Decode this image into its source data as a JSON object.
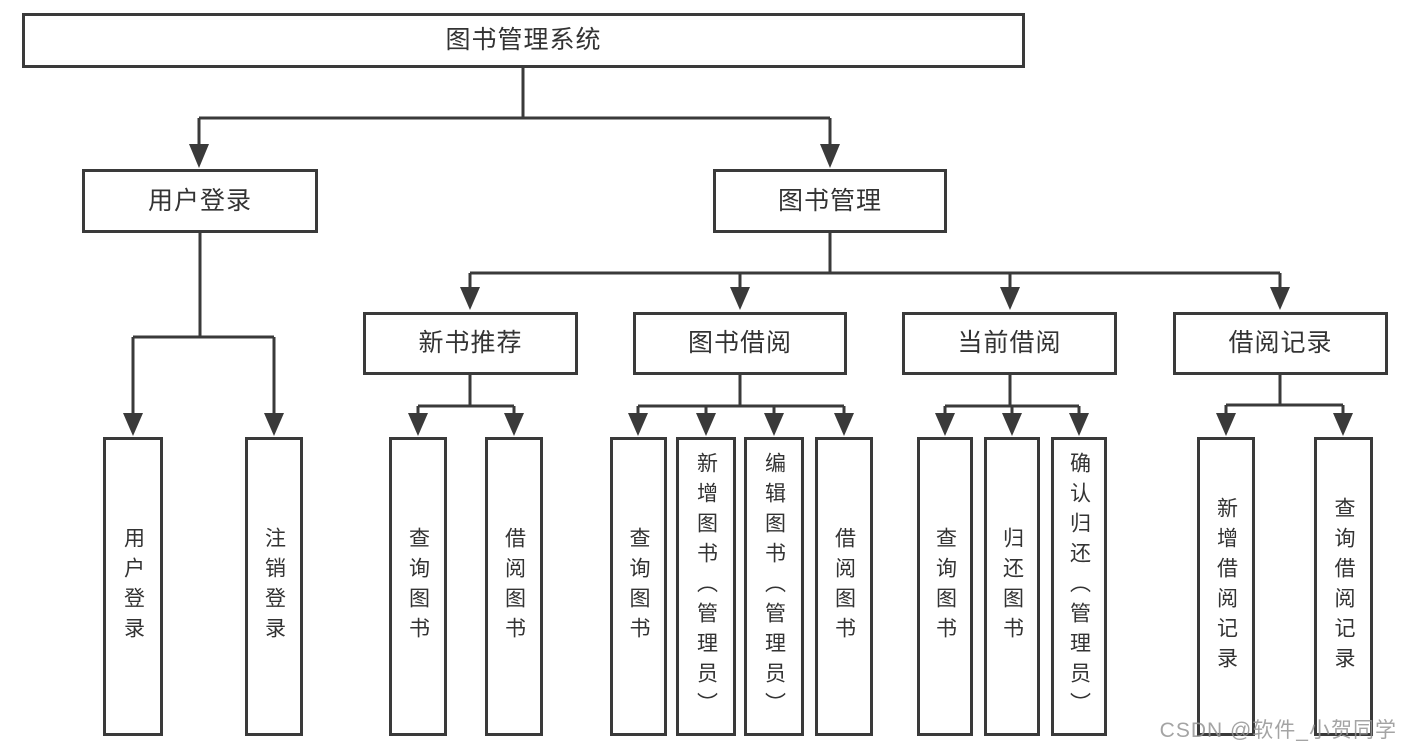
{
  "page": {
    "background": "#ffffff",
    "line_color": "#3a3a3a",
    "text_color": "#333333",
    "watermark_color": "#949494"
  },
  "nodes": {
    "root": "图书管理系统",
    "user_login": "用户登录",
    "book_mgmt": "图书管理",
    "new_books": "新书推荐",
    "book_borrow": "图书借阅",
    "current_borrow": "当前借阅",
    "borrow_records": "借阅记录",
    "leaf_user_login": "用户登录",
    "leaf_logout": "注销登录",
    "leaf_nb_query": "查询图书",
    "leaf_nb_borrow": "借阅图书",
    "leaf_bb_query": "查询图书",
    "leaf_bb_add": "新增图书（管理员）",
    "leaf_bb_edit": "编辑图书（管理员）",
    "leaf_bb_borrow": "借阅图书",
    "leaf_cb_query": "查询图书",
    "leaf_cb_return": "归还图书",
    "leaf_cb_confirm": "确认归还（管理员）",
    "leaf_br_add": "新增借阅记录",
    "leaf_br_query": "查询借阅记录"
  },
  "watermark": "CSDN @软件_小贺同学"
}
